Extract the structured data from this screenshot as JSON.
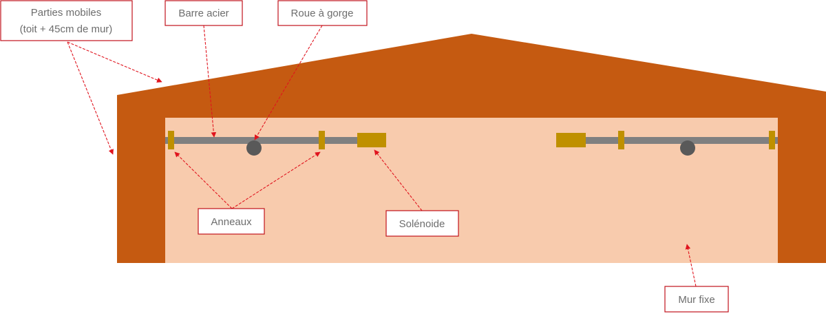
{
  "labels": {
    "parties_mobiles_line1": "Parties mobiles",
    "parties_mobiles_line2": "(toit + 45cm de mur)",
    "barre_acier": "Barre acier",
    "roue_a_gorge": "Roue à gorge",
    "anneaux": "Anneaux",
    "solenoide": "Solénoide",
    "mur_fixe": "Mur fixe"
  },
  "colors": {
    "structure": "#c55a11",
    "fixed_wall": "#f8cbad",
    "bar": "#808080",
    "rings": "#bf9000",
    "wheel": "#595959",
    "callout_border": "#c0121b",
    "arrow": "#e0141e",
    "label_text": "#6d6d6d"
  }
}
